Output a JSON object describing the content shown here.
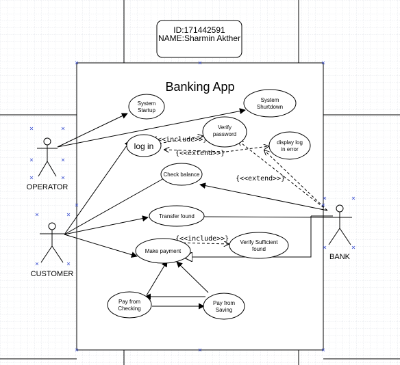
{
  "note": {
    "id_line": "ID:171442591",
    "name_line": "NAME:Sharmin Akther"
  },
  "system": {
    "title": "Banking App"
  },
  "actors": {
    "operator": "OPERATOR",
    "customer": "CUSTOMER",
    "bank": "BANK"
  },
  "use_cases": {
    "system_startup": [
      "System",
      "Startup"
    ],
    "system_shutdown": [
      "System",
      "Shurtdown"
    ],
    "verify_password": [
      "Verify",
      "password"
    ],
    "log_in": "log in",
    "display_log_error": [
      "display log",
      "in error"
    ],
    "check_balance": "Check balance",
    "transfer_found": "Transfer found",
    "make_payment": "Make payment",
    "verify_sufficient": [
      "Verify Sufficient",
      "found"
    ],
    "pay_checking": [
      "Pay from",
      "Checking"
    ],
    "pay_saving": [
      "Pay from",
      "Saving"
    ]
  },
  "stereotypes": {
    "include_login": "{<<include>>}",
    "extend_login": "{<<extend>>}",
    "extend_bank": "{<<extend>>}",
    "include_payment": "{<<include>>}"
  }
}
